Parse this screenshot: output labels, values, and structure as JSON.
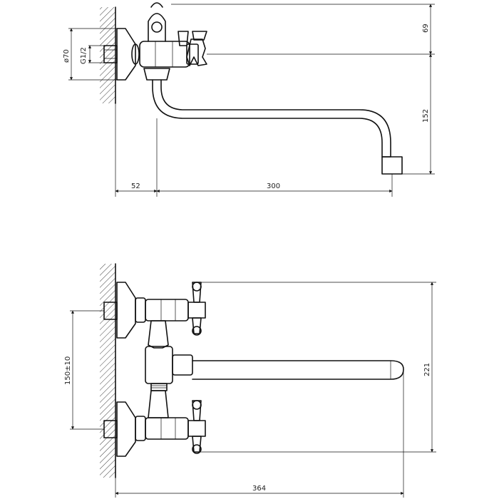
{
  "diagram": {
    "kind": "technical drawing of wall-mounted bath mixer (side and front views)",
    "side_view": {
      "dimensions": {
        "flange_diameter": "ø70",
        "thread": "G1/2",
        "top_offset": "69",
        "spout_height": "152",
        "wall_offset": "52",
        "spout_reach": "300"
      }
    },
    "front_view": {
      "dimensions": {
        "center_distance": "150±10",
        "overall_height": "221",
        "overall_length": "364"
      }
    }
  }
}
